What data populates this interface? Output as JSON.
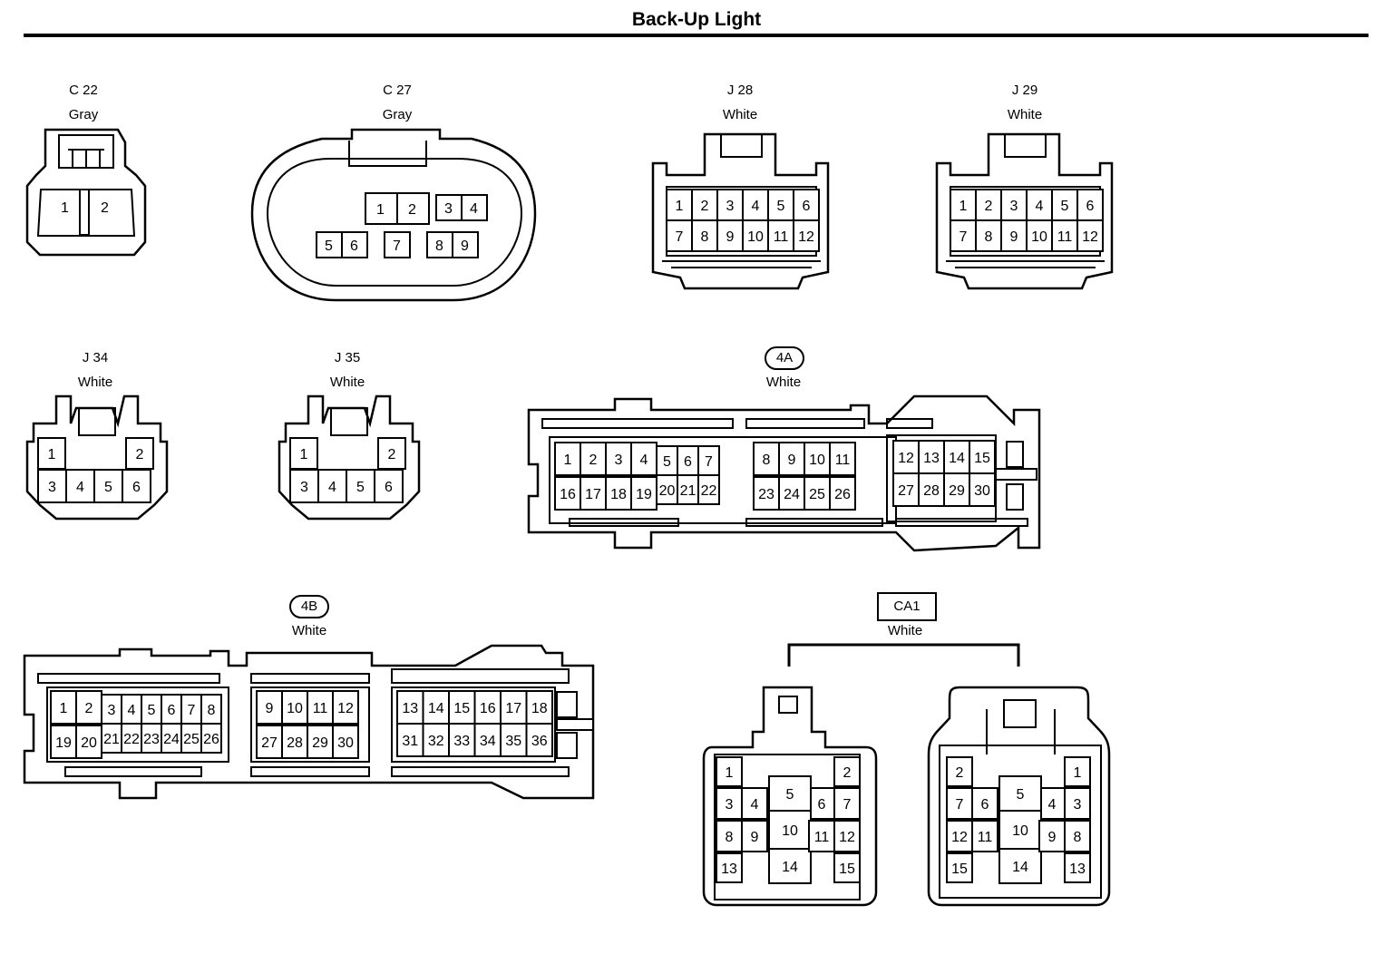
{
  "title": "Back-Up Light",
  "connectors": {
    "c22": {
      "id": "C 22",
      "color": "Gray",
      "pins": [
        "1",
        "2"
      ]
    },
    "c27": {
      "id": "C 27",
      "color": "Gray",
      "pins": [
        "1",
        "2",
        "3",
        "4",
        "5",
        "6",
        "7",
        "8",
        "9"
      ]
    },
    "j28": {
      "id": "J 28",
      "color": "White",
      "pins": [
        "1",
        "2",
        "3",
        "4",
        "5",
        "6",
        "7",
        "8",
        "9",
        "10",
        "11",
        "12"
      ]
    },
    "j29": {
      "id": "J 29",
      "color": "White",
      "pins": [
        "1",
        "2",
        "3",
        "4",
        "5",
        "6",
        "7",
        "8",
        "9",
        "10",
        "11",
        "12"
      ]
    },
    "j34": {
      "id": "J 34",
      "color": "White",
      "pins": [
        "1",
        "2",
        "3",
        "4",
        "5",
        "6"
      ]
    },
    "j35": {
      "id": "J 35",
      "color": "White",
      "pins": [
        "1",
        "2",
        "3",
        "4",
        "5",
        "6"
      ]
    },
    "c4a": {
      "id": "4A",
      "color": "White",
      "pins": [
        "1",
        "2",
        "3",
        "4",
        "5",
        "6",
        "7",
        "8",
        "9",
        "10",
        "11",
        "12",
        "13",
        "14",
        "15",
        "16",
        "17",
        "18",
        "19",
        "20",
        "21",
        "22",
        "23",
        "24",
        "25",
        "26",
        "27",
        "28",
        "29",
        "30"
      ]
    },
    "c4b": {
      "id": "4B",
      "color": "White",
      "pins": [
        "1",
        "2",
        "3",
        "4",
        "5",
        "6",
        "7",
        "8",
        "9",
        "10",
        "11",
        "12",
        "13",
        "14",
        "15",
        "16",
        "17",
        "18",
        "19",
        "20",
        "21",
        "22",
        "23",
        "24",
        "25",
        "26",
        "27",
        "28",
        "29",
        "30",
        "31",
        "32",
        "33",
        "34",
        "35",
        "36"
      ]
    },
    "ca1": {
      "id": "CA1",
      "color": "White",
      "left_pins": [
        "1",
        "2",
        "3",
        "4",
        "5",
        "6",
        "7",
        "8",
        "9",
        "10",
        "11",
        "12",
        "13",
        "14",
        "15"
      ],
      "right_pins": [
        "1",
        "2",
        "3",
        "4",
        "5",
        "6",
        "7",
        "8",
        "9",
        "10",
        "11",
        "12",
        "13",
        "14",
        "15"
      ]
    }
  }
}
